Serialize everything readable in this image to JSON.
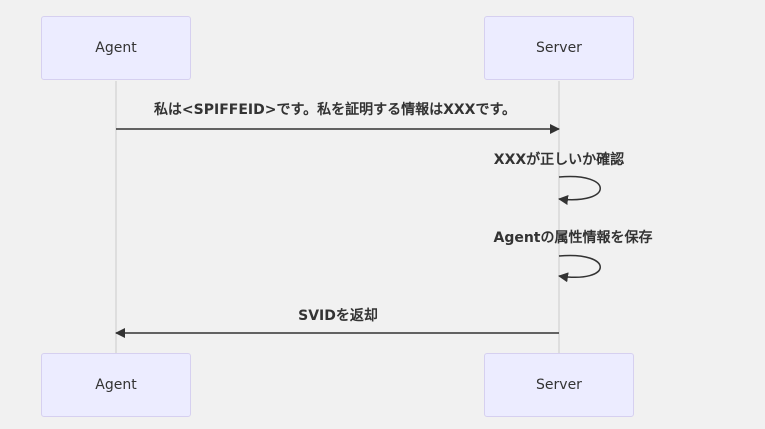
{
  "actors": {
    "agent": "Agent",
    "server": "Server"
  },
  "messages": [
    {
      "from": "agent",
      "to": "server",
      "text": "私は<SPIFFEID>です。私を証明する情報はXXXです。"
    },
    {
      "from": "server",
      "to": "server",
      "text": "XXXが正しいか確認"
    },
    {
      "from": "server",
      "to": "server",
      "text": "Agentの属性情報を保存"
    },
    {
      "from": "server",
      "to": "agent",
      "text": "SVIDを返却"
    }
  ],
  "colors": {
    "actor_fill": "#ececff",
    "actor_border": "#d6d0f0",
    "lifeline": "#cccccc",
    "arrow": "#333333",
    "background": "#f1f1f1"
  }
}
